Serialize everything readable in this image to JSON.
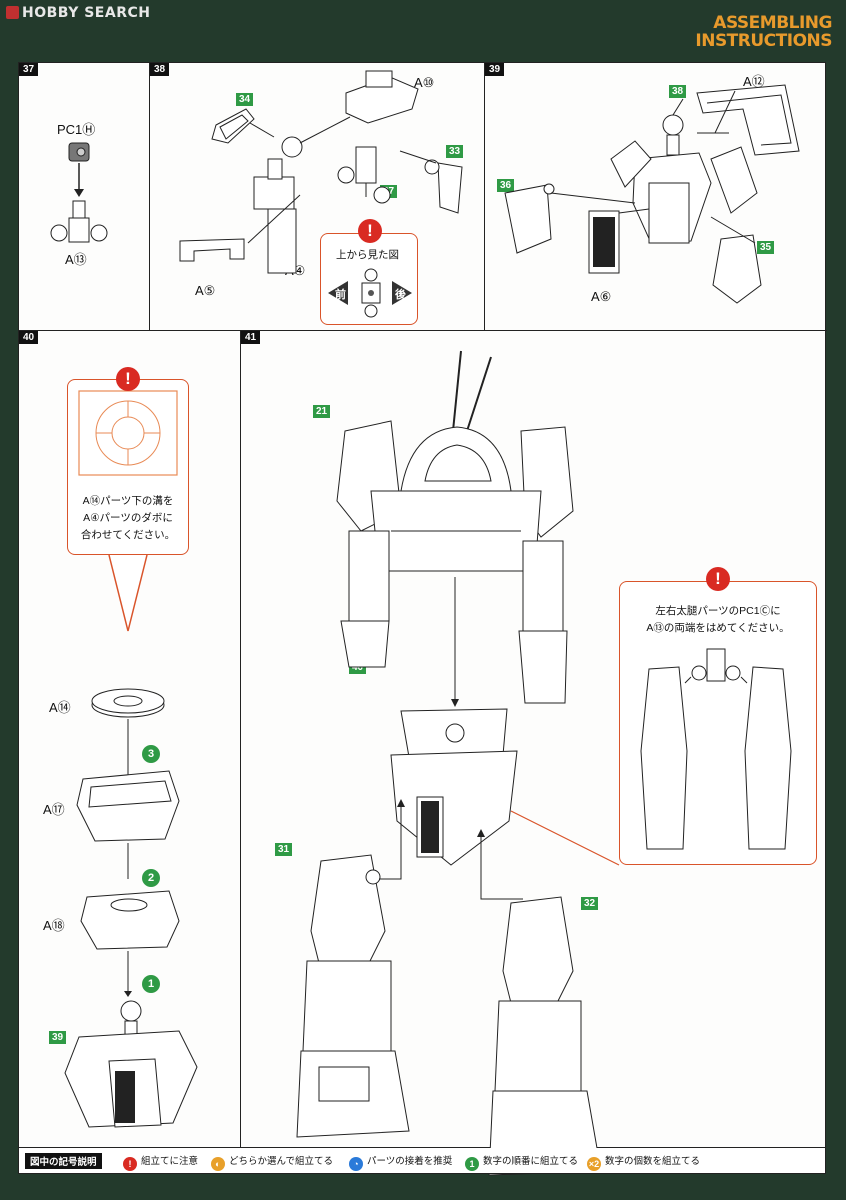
{
  "header": {
    "brand": "HOBBY SEARCH",
    "title_line1": "ASSEMBLING",
    "title_line2": "INSTRUCTIONS"
  },
  "steps": {
    "s37": {
      "num": "37",
      "part_label": "PC1Ⓗ",
      "base_label": "A⑬"
    },
    "s38": {
      "num": "38",
      "labels": {
        "a10": "A⑩",
        "a4": "A④",
        "a5": "A⑤",
        "p34": "34",
        "p33": "33",
        "p37": "37"
      },
      "view_note": "上から見た図",
      "front": "前",
      "back": "後"
    },
    "s39": {
      "num": "39",
      "labels": {
        "a12": "A⑫",
        "a6": "A⑥",
        "p38": "38",
        "p36": "36",
        "p35": "35"
      }
    },
    "s40": {
      "num": "40",
      "note": [
        "A⑭パーツ下の溝を",
        "A④パーツのダボに",
        "合わせてください。"
      ],
      "parts": {
        "a14": "A⑭",
        "a17": "A⑰",
        "a18": "A⑱",
        "p39": "39"
      },
      "orders": [
        "3",
        "2",
        "1"
      ]
    },
    "s41": {
      "num": "41",
      "parts": {
        "p21": "21",
        "p40": "40",
        "p31": "31",
        "p32": "32"
      },
      "note": [
        "左右太腿パーツのPC1Ⓒに",
        "A⑬の両端をはめてください。"
      ]
    }
  },
  "legend": {
    "title": "図中の記号説明",
    "items": [
      {
        "icon": "!",
        "color": "#d92a22",
        "text": "組立てに注意"
      },
      {
        "icon": "◐",
        "color": "#e8a02a",
        "text": "どちらか選んで組立てる"
      },
      {
        "icon": "◔",
        "color": "#2a7ad9",
        "text": "パーツの接着を推奨"
      },
      {
        "icon": "1",
        "color": "#2f9a45",
        "text": "数字の順番に組立てる"
      },
      {
        "icon": "×2",
        "color": "#e8a02a",
        "text": "数字の個数を組立てる"
      }
    ]
  },
  "caution_icon": "!"
}
